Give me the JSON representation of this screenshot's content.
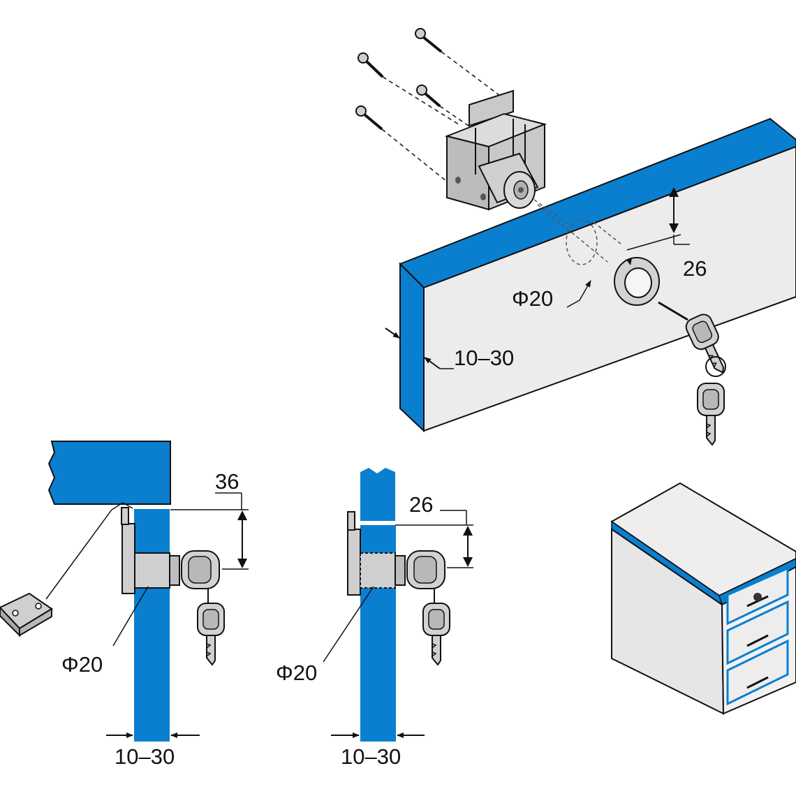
{
  "colors": {
    "edge_blue": "#0a7fd0",
    "panel_face": "#ececec",
    "metal": "#c9c9c9",
    "metal_dark": "#8c8c8c",
    "line": "#111111"
  },
  "dimensions": {
    "top_thickness": "10–30",
    "top_hole_diameter": "Φ20",
    "top_offset": "26",
    "left_offset": "36",
    "left_hole_diameter": "Φ20",
    "left_thickness": "10–30",
    "middle_offset": "26",
    "middle_hole_diameter": "Φ20",
    "middle_thickness": "10–30"
  },
  "icons": {
    "screws": "screw-icon",
    "lock_body": "drawer-lock-icon",
    "keys": "key-icon",
    "strike_plate": "strike-plate-icon",
    "cabinet": "drawer-cabinet-icon"
  }
}
